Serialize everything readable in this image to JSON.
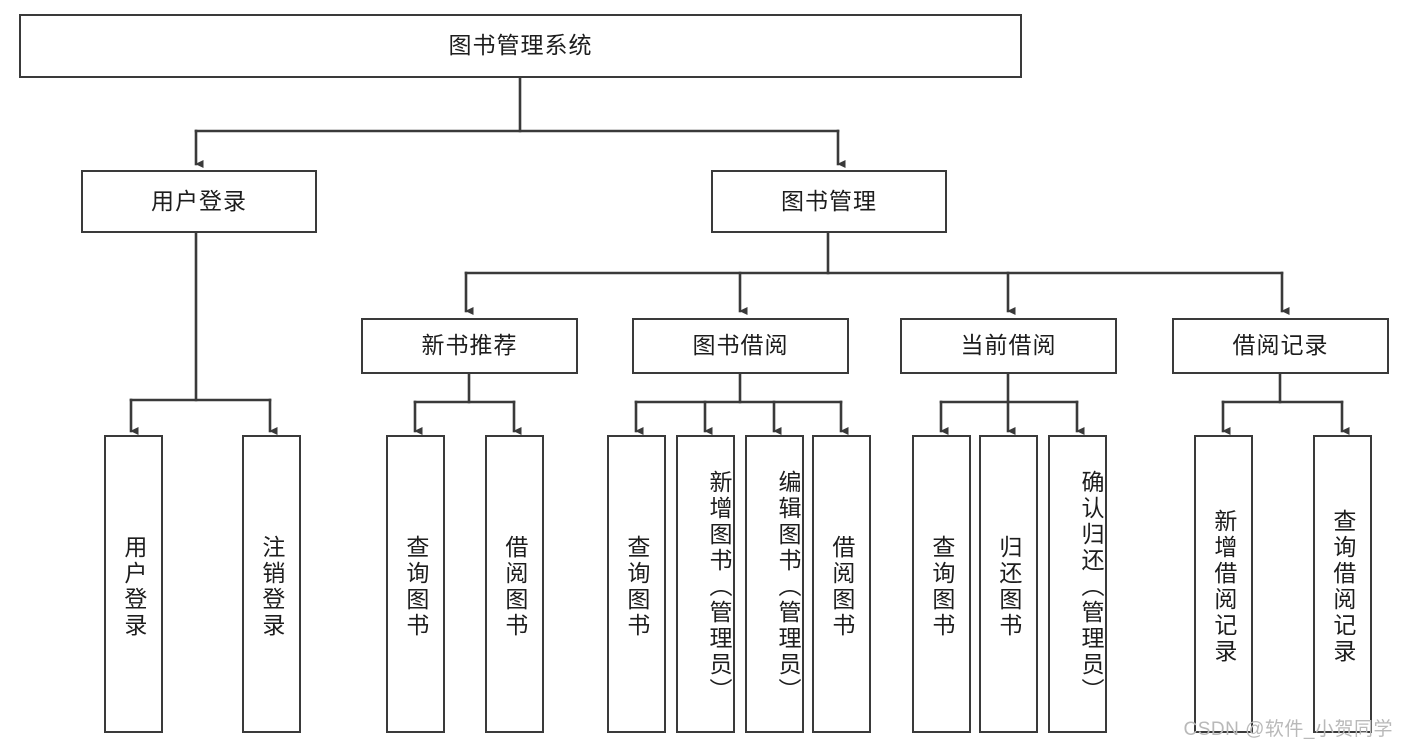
{
  "diagram": {
    "title": "图书管理系统",
    "root": {
      "label": "图书管理系统"
    },
    "level1": [
      {
        "label": "用户登录"
      },
      {
        "label": "图书管理"
      }
    ],
    "level2": [
      {
        "label": "新书推荐"
      },
      {
        "label": "图书借阅"
      },
      {
        "label": "当前借阅"
      },
      {
        "label": "借阅记录"
      }
    ],
    "leaves": {
      "user_login": [
        {
          "label": "用户登录"
        },
        {
          "label": "注销登录"
        }
      ],
      "new_book_recommend": [
        {
          "label": "查询图书"
        },
        {
          "label": "借阅图书"
        }
      ],
      "book_borrow": [
        {
          "label": "查询图书"
        },
        {
          "label": "新增图书（管理员）"
        },
        {
          "label": "编辑图书（管理员）"
        },
        {
          "label": "借阅图书"
        }
      ],
      "current_borrow": [
        {
          "label": "查询图书"
        },
        {
          "label": "归还图书"
        },
        {
          "label": "确认归还（管理员）"
        }
      ],
      "borrow_records": [
        {
          "label": "新增借阅记录"
        },
        {
          "label": "查询借阅记录"
        }
      ]
    }
  },
  "watermark": {
    "text": "CSDN @软件_小贺同学"
  },
  "colors": {
    "stroke": "#3a3a3a",
    "text": "#1d1d1d",
    "background": "#ffffff",
    "watermark": "#b9b9b9"
  }
}
